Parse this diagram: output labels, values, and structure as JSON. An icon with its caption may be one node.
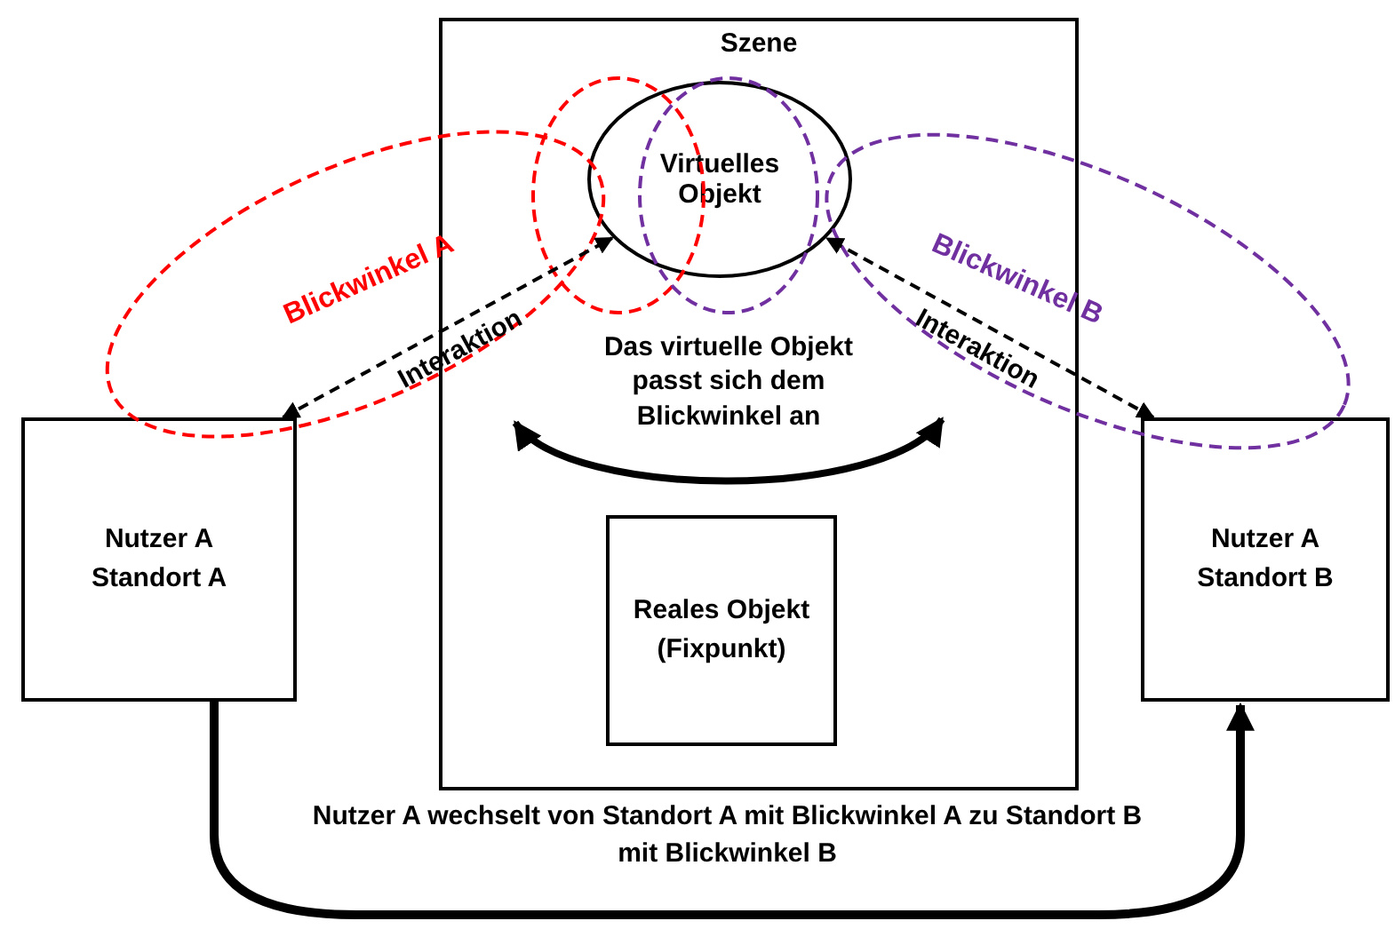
{
  "diagram": {
    "nodes": [
      {
        "text": [
          "Szene"
        ]
      },
      {
        "text": [
          "Virtuelles Objekt"
        ],
        "in": 0
      },
      {
        "text": [
          "Reales Objekt (Fixpunkt)"
        ],
        "in": 0
      },
      {
        "text": [
          "Nutzer A Standort  A"
        ]
      },
      {
        "text": [
          "Nutzer A Standort B"
        ]
      }
    ],
    "edges": [
      {
        "from": 3,
        "to": 1,
        "arrow": "both",
        "style": "dashed",
        "label": "Interaktion"
      },
      {
        "from": 4,
        "to": 1,
        "arrow": "both",
        "style": "dashed",
        "label": "Interaktion"
      },
      {
        "from": 3,
        "to": 4,
        "arrow": "to",
        "style": "thick",
        "label": "Nutzer A wechselt von Standort A mit Blickwinkel A zu Standort B mit Blickwinkel B"
      }
    ],
    "labels": [
      "Blickwinkel A",
      "Blickwinkel B",
      "Das virtuelle Objekt passt sich dem Blickwinkel an"
    ]
  }
}
